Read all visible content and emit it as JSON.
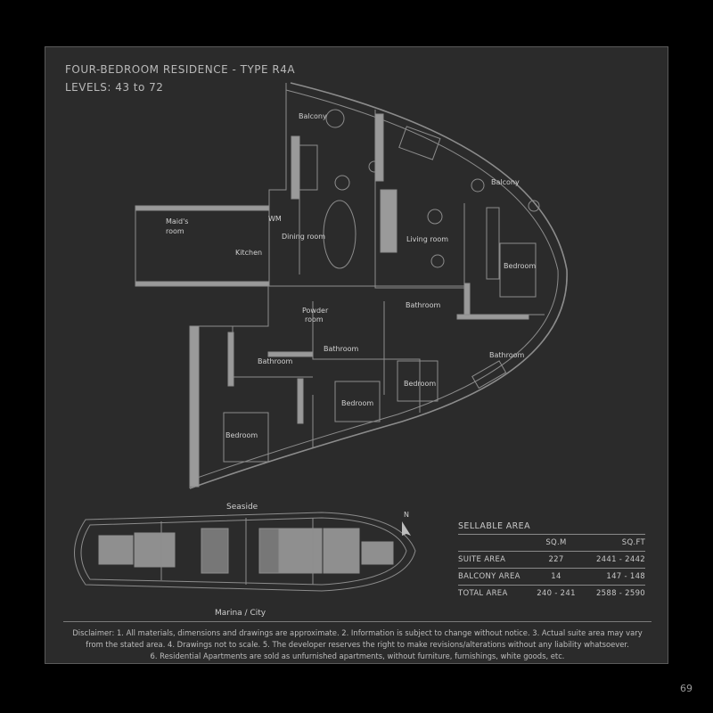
{
  "header": {
    "title": "FOUR-BEDROOM RESIDENCE - TYPE R4A",
    "levels": "LEVELS: 43 to 72"
  },
  "rooms": {
    "balcony_top": "Balcony",
    "balcony_right": "Balcony",
    "maids_room_line1": "Maid's",
    "maids_room_line2": "room",
    "wm": "WM",
    "kitchen": "Kitchen",
    "dining_room": "Dining room",
    "living_room": "Living room",
    "bedroom_right": "Bedroom",
    "powder_room_line1": "Powder",
    "powder_room_line2": "room",
    "bathroom_center": "Bathroom",
    "bathroom_mid": "Bathroom",
    "bathroom_left": "Bathroom",
    "bathroom_right": "Bathroom",
    "bedroom_left": "Bedroom",
    "bedroom_mid": "Bedroom",
    "bedroom_center": "Bedroom"
  },
  "key_plan": {
    "seaside": "Seaside",
    "marina": "Marina / City",
    "north": "N"
  },
  "sellable_area": {
    "heading": "SELLABLE AREA",
    "columns": [
      "",
      "SQ.M",
      "SQ.FT"
    ],
    "rows": [
      {
        "label": "SUITE AREA",
        "sqm": "227",
        "sqft": "2441 - 2442"
      },
      {
        "label": "BALCONY AREA",
        "sqm": "14",
        "sqft": "147 - 148"
      },
      {
        "label": "TOTAL AREA",
        "sqm": "240 - 241",
        "sqft": "2588 - 2590"
      }
    ]
  },
  "disclaimer": {
    "line1": "Disclaimer: 1. All materials, dimensions and drawings are approximate. 2. Information is subject to change without notice. 3. Actual suite area may vary",
    "line2": "from the stated area. 4. Drawings not to scale. 5. The developer reserves the right to make revisions/alterations without any liability whatsoever.",
    "line3": "6. Residential Apartments are sold as unfurnished apartments, without furniture, furnishings, white goods, etc."
  },
  "page_number": "69",
  "colors": {
    "background": "#000000",
    "panel": "#2b2b2b",
    "wall": "#9a9a9a",
    "text": "#c8c8c8"
  }
}
